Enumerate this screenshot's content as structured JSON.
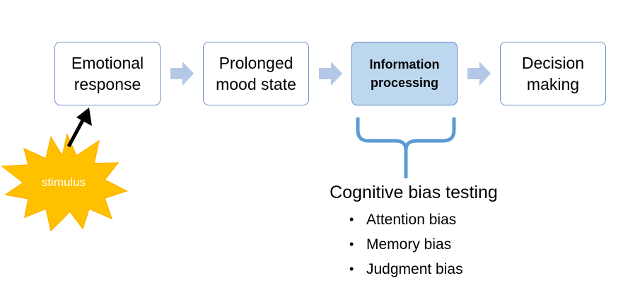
{
  "process_steps": [
    {
      "label": "Emotional\nresponse",
      "highlighted": false
    },
    {
      "label": "Prolonged\nmood state",
      "highlighted": false
    },
    {
      "label": "Information\nprocessing",
      "highlighted": true
    },
    {
      "label": "Decision\nmaking",
      "highlighted": false
    }
  ],
  "stimulus": {
    "label": "stimulus",
    "color": "#ffc000",
    "outline": "#ffb400"
  },
  "bias_testing": {
    "title": "Cognitive bias testing",
    "items": [
      "Attention bias",
      "Memory bias",
      "Judgment bias"
    ]
  },
  "colors": {
    "box_border": "#6d8fc9",
    "highlight_fill": "#bdd7ee",
    "arrow": "#b4c7e7",
    "brace": "#5b9bd5",
    "stimulus_arrow": "#000000"
  }
}
